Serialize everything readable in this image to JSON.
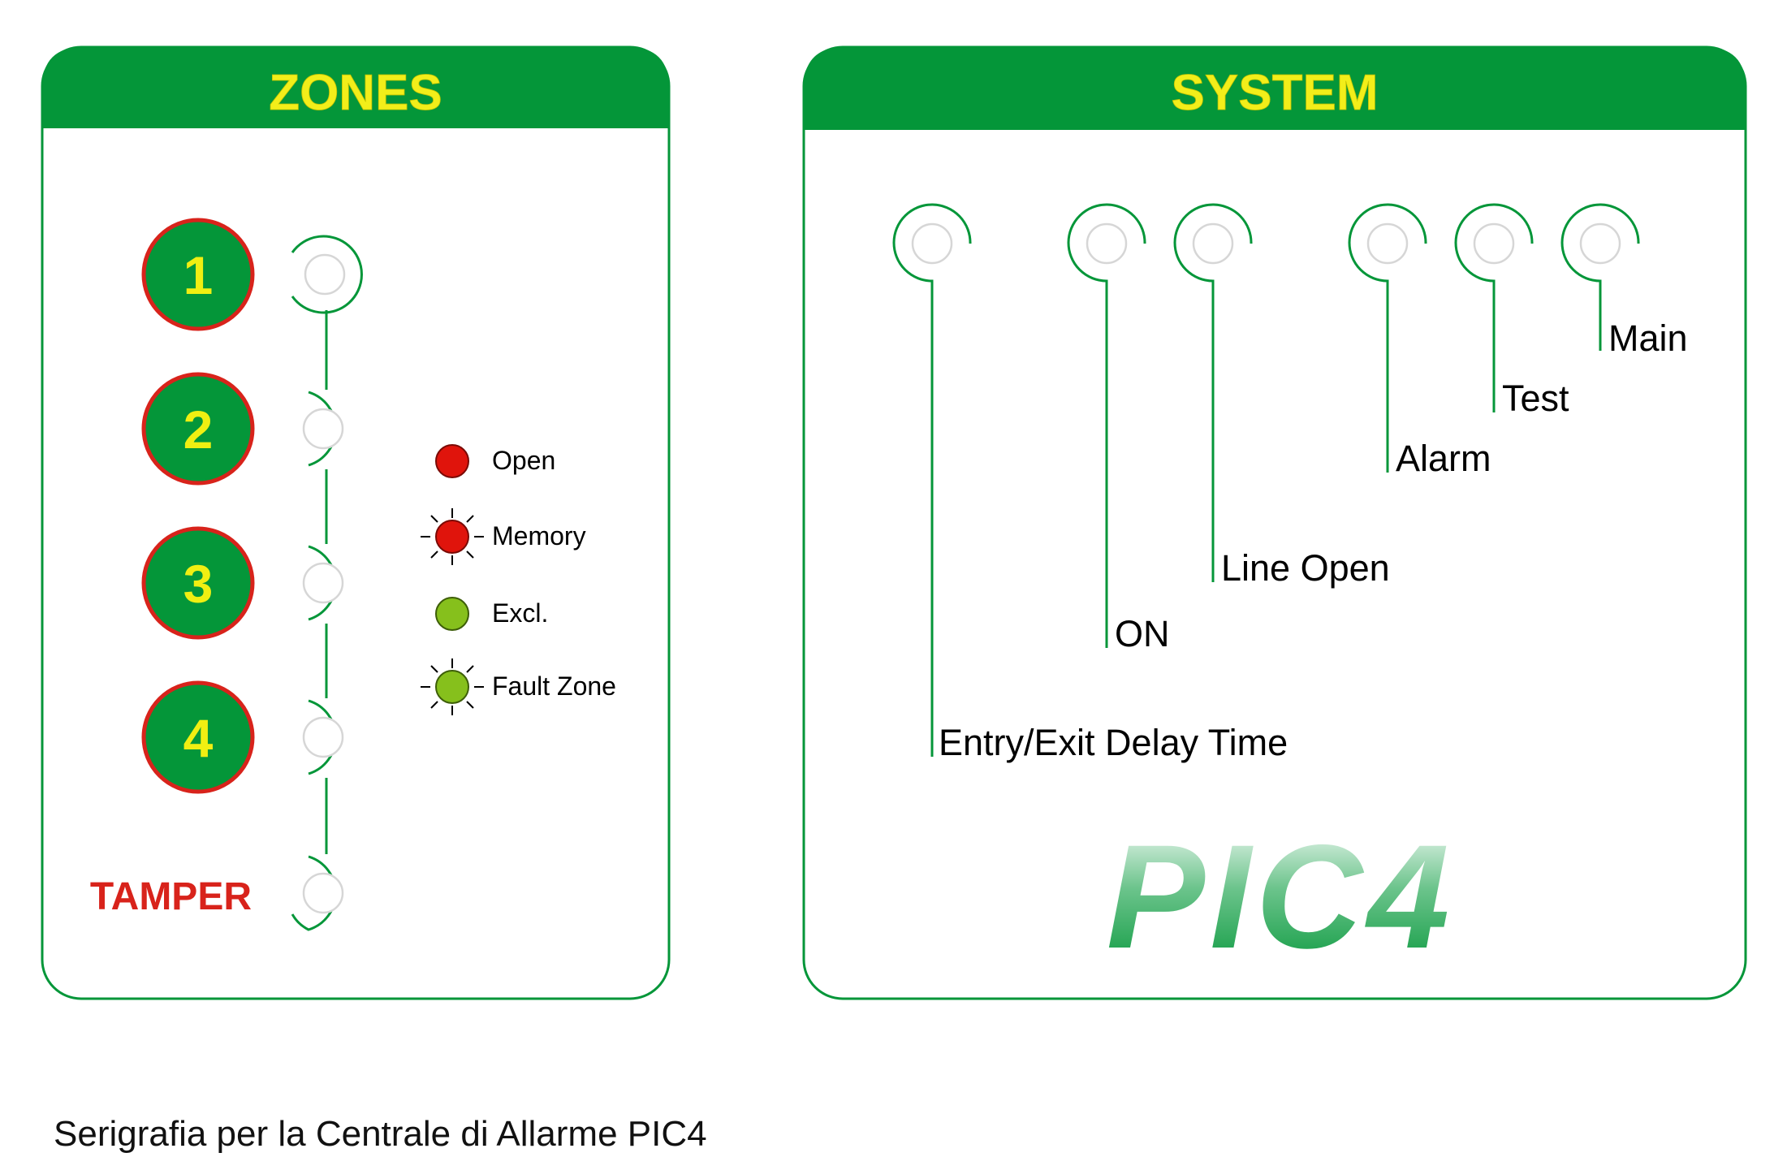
{
  "zones_panel": {
    "title": "ZONES",
    "zones": [
      "1",
      "2",
      "3",
      "4"
    ],
    "tamper_label": "TAMPER",
    "legend": [
      {
        "label": "Open",
        "color": "#e0140c",
        "blinking": false
      },
      {
        "label": "Memory",
        "color": "#e0140c",
        "blinking": true
      },
      {
        "label": "Excl.",
        "color": "#86c01c",
        "blinking": false
      },
      {
        "label": "Fault Zone",
        "color": "#86c01c",
        "blinking": true
      }
    ]
  },
  "system_panel": {
    "title": "SYSTEM",
    "indicators": [
      "Entry/Exit Delay Time",
      "ON",
      "Line Open",
      "Alarm",
      "Test",
      "Main"
    ],
    "logo_text": "PIC4"
  },
  "caption": "Serigrafia per la Centrale di Allarme PIC4",
  "colors": {
    "panel_green": "#049639",
    "title_yellow": "#f2ee1a",
    "zone_ring_red": "#d8231b",
    "tamper_red": "#d8231b"
  }
}
